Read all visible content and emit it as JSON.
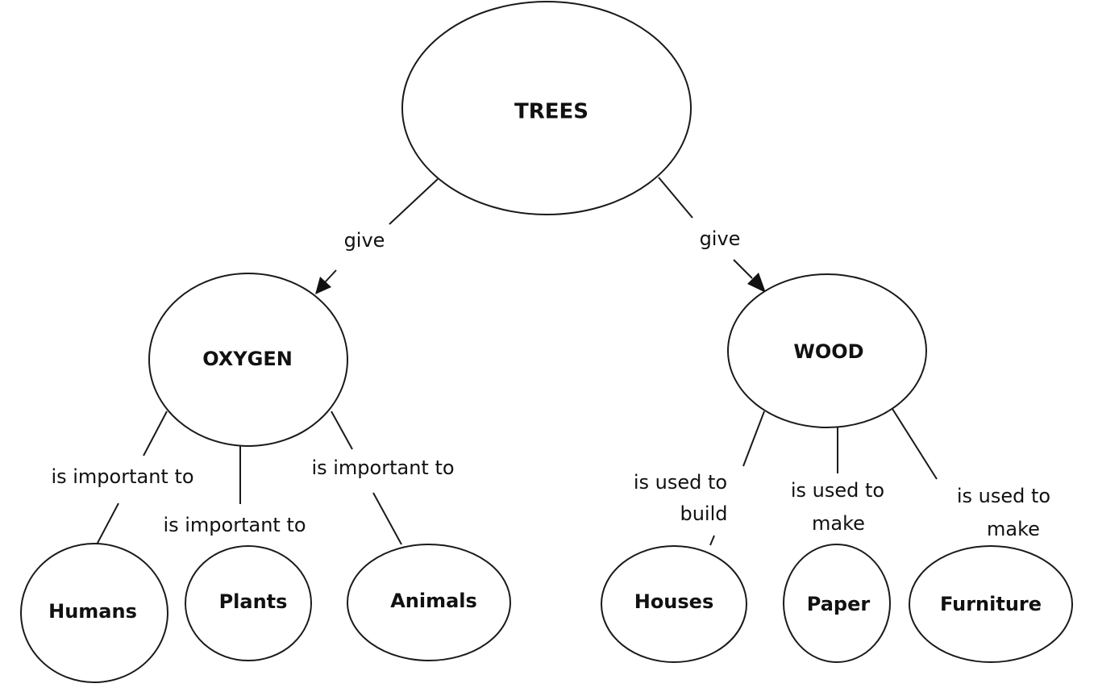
{
  "nodes": {
    "trees": "TREES",
    "oxygen": "OXYGEN",
    "wood": "WOOD",
    "humans": "Humans",
    "plants": "Plants",
    "animals": "Animals",
    "houses": "Houses",
    "paper": "Paper",
    "furniture": "Furniture"
  },
  "links": {
    "trees_oxygen": "give",
    "trees_wood": "give",
    "oxygen_humans": "is important to",
    "oxygen_plants": "is important to",
    "oxygen_animals": "is important to",
    "wood_houses": [
      "is used to",
      "build"
    ],
    "wood_paper": [
      "is used to",
      "make"
    ],
    "wood_furniture": [
      "is used to",
      "make"
    ]
  }
}
